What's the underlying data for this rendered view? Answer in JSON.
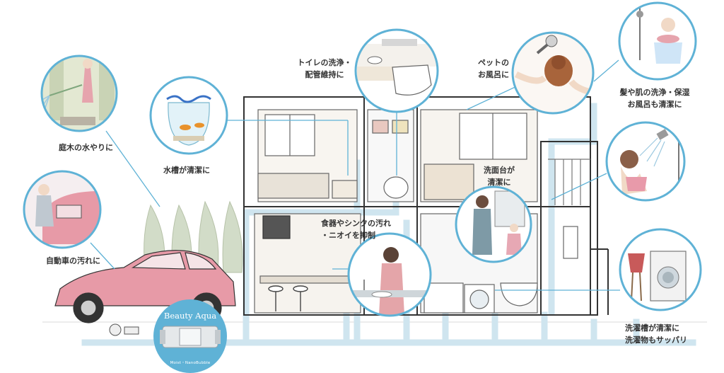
{
  "labels": {
    "garden": "庭木の水やりに",
    "aquarium": "水槽が清潔に",
    "toilet_line1": "トイレの洗浄・",
    "toilet_line2": "配管維持に",
    "pet_line1": "ペットの",
    "pet_line2": "お風呂に",
    "bath_line1": "髪や肌の洗浄・保湿",
    "bath_line2": "お風呂も清潔に",
    "sink_line1": "洗面台が",
    "sink_line2": "清潔に",
    "kitchen_line1": "食器やシンクの汚れ",
    "kitchen_line2": "・ニオイを抑制",
    "car": "自動車の汚れに",
    "laundry_line1": "洗濯槽が清潔に",
    "laundry_line2": "洗濯物もサッパリ"
  },
  "product": {
    "brand": "Beauty Aqua",
    "tagline": "Moist・NanoBubble"
  },
  "icons": [
    "garden-watering-icon",
    "aquarium-fishbowl-icon",
    "toilet-icon",
    "pet-bath-icon",
    "bath-shampoo-icon",
    "shower-icon",
    "washbasin-icon",
    "kitchen-dishwashing-icon",
    "car-washing-icon",
    "laundry-washer-icon",
    "water-filter-device-icon"
  ],
  "colors": {
    "pipe": "#cfe5ef",
    "callout_ring": "#5fb2d6",
    "badge": "#5fb2d6",
    "car": "#e79aa7",
    "outline": "#333333",
    "trees": "#d2dcc8"
  }
}
